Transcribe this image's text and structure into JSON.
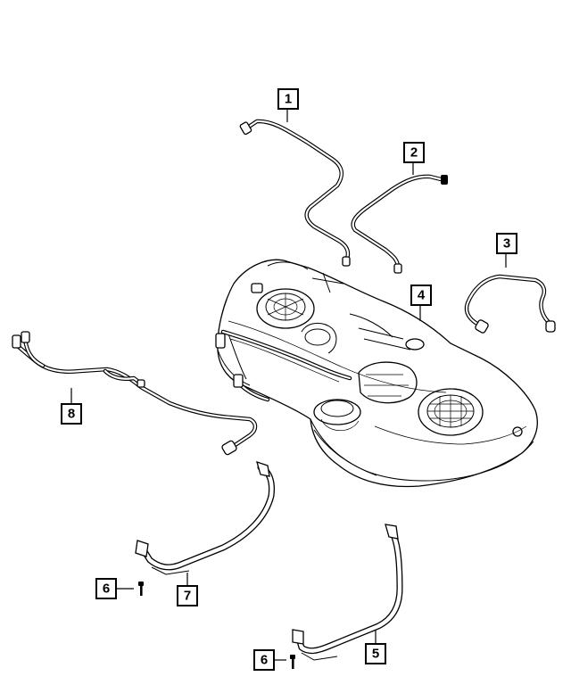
{
  "diagram": {
    "callouts": [
      {
        "id": "1",
        "label": "1",
        "part": "fuel-line"
      },
      {
        "id": "2",
        "label": "2",
        "part": "fuel-line"
      },
      {
        "id": "3",
        "label": "3",
        "part": "fuel-line"
      },
      {
        "id": "4",
        "label": "4",
        "part": "fuel-tank"
      },
      {
        "id": "5",
        "label": "5",
        "part": "tank-strap"
      },
      {
        "id": "6a",
        "label": "6",
        "part": "bolt"
      },
      {
        "id": "6b",
        "label": "6",
        "part": "bolt"
      },
      {
        "id": "7",
        "label": "7",
        "part": "tank-strap"
      },
      {
        "id": "8",
        "label": "8",
        "part": "fuel-line"
      }
    ],
    "colors": {
      "ink": "#000000",
      "background": "#ffffff"
    }
  }
}
